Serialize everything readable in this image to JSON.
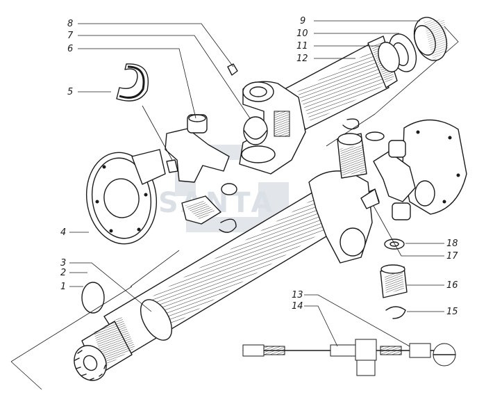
{
  "diagram": {
    "watermark": "SANTA",
    "callouts": [
      {
        "id": "1",
        "text": "1"
      },
      {
        "id": "2",
        "text": "2"
      },
      {
        "id": "3",
        "text": "3"
      },
      {
        "id": "4",
        "text": "4"
      },
      {
        "id": "5",
        "text": "5"
      },
      {
        "id": "6",
        "text": "6"
      },
      {
        "id": "7",
        "text": "7"
      },
      {
        "id": "8",
        "text": "8"
      },
      {
        "id": "9",
        "text": "9"
      },
      {
        "id": "10",
        "text": "10"
      },
      {
        "id": "11",
        "text": "11"
      },
      {
        "id": "12",
        "text": "12"
      },
      {
        "id": "13",
        "text": "13"
      },
      {
        "id": "14",
        "text": "14"
      },
      {
        "id": "15",
        "text": "15"
      },
      {
        "id": "16",
        "text": "16"
      },
      {
        "id": "17",
        "text": "17"
      },
      {
        "id": "18",
        "text": "18"
      }
    ]
  }
}
